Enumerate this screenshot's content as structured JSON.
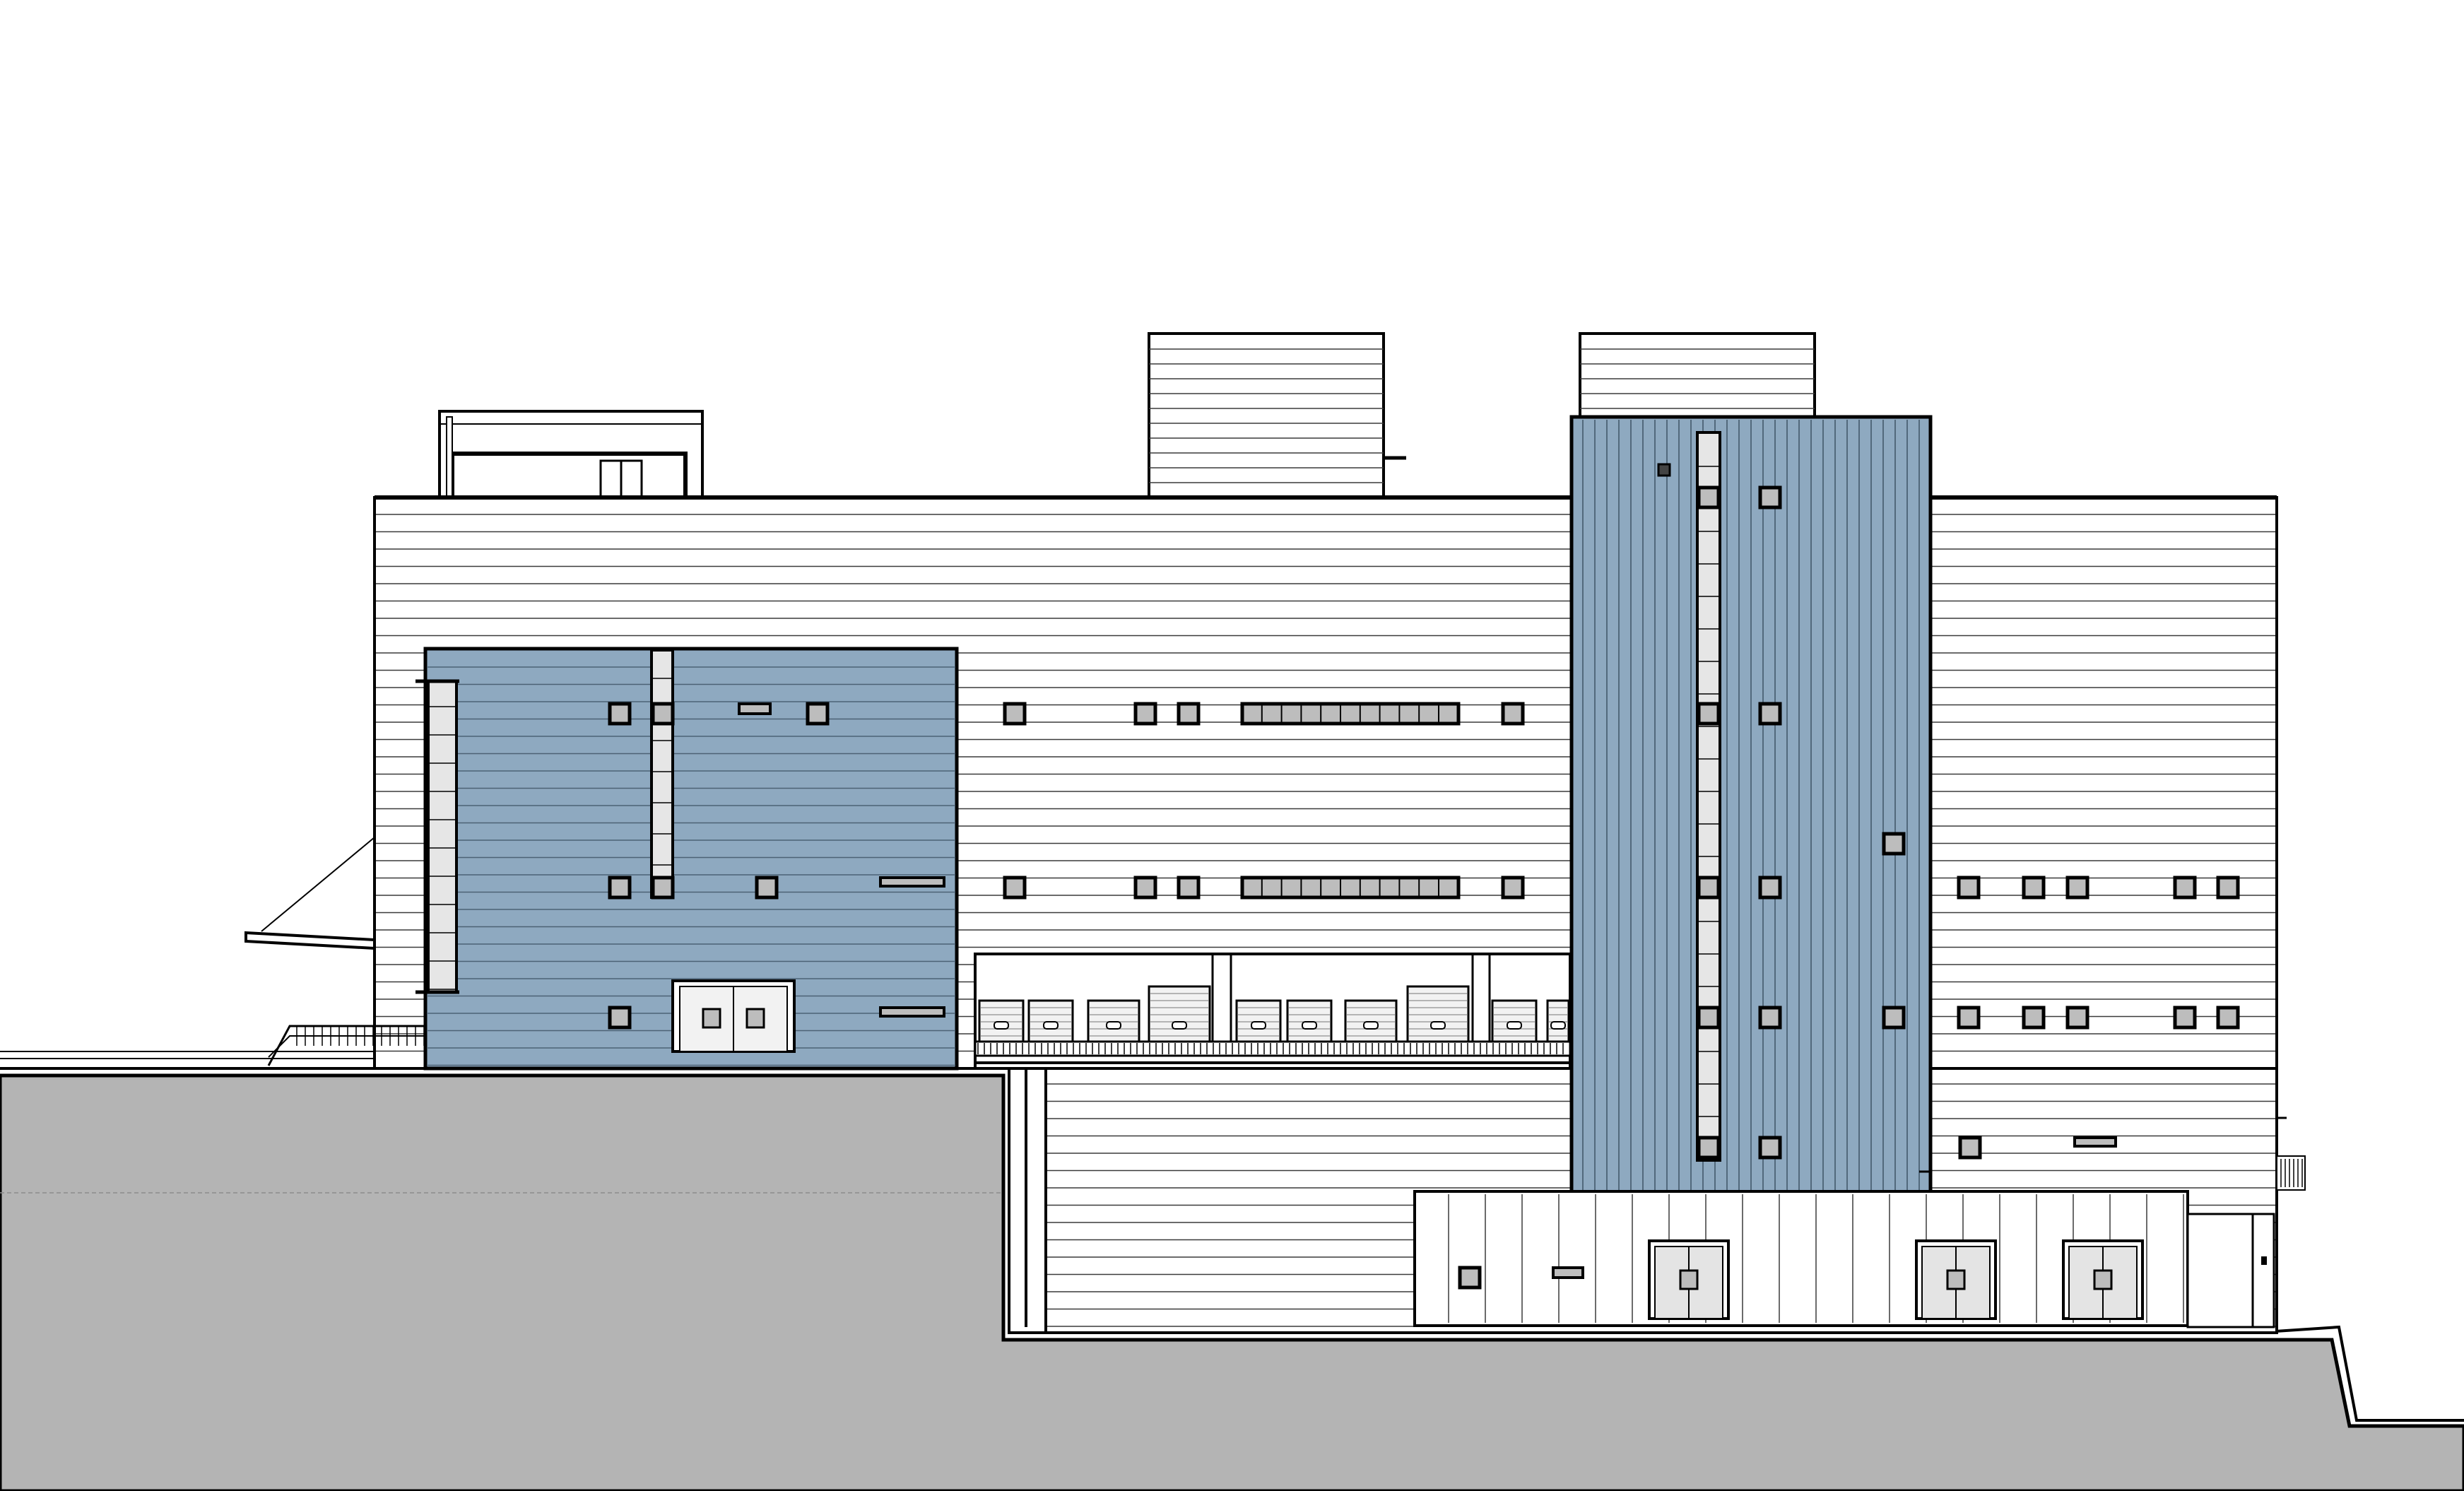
{
  "drawing": {
    "type": "architectural-elevation",
    "colors": {
      "background": "#ffffff",
      "line": "#000000",
      "siding_line": "#3a3a3a",
      "ground": "#b4b4b4",
      "blue_panel": "#8ea9c0",
      "window_glass": "#bdbdbd",
      "dock_door": "#f2f2f2",
      "cladding": "#ffffff"
    },
    "components": {
      "main_facade": "horizontal-siding",
      "left_blue_panel": "horizontal-siding",
      "right_tower": "vertical-ribbed-panel",
      "rooftop_units": 3,
      "loading_dock_doors": 10,
      "ground_section": "grade-cut"
    }
  }
}
